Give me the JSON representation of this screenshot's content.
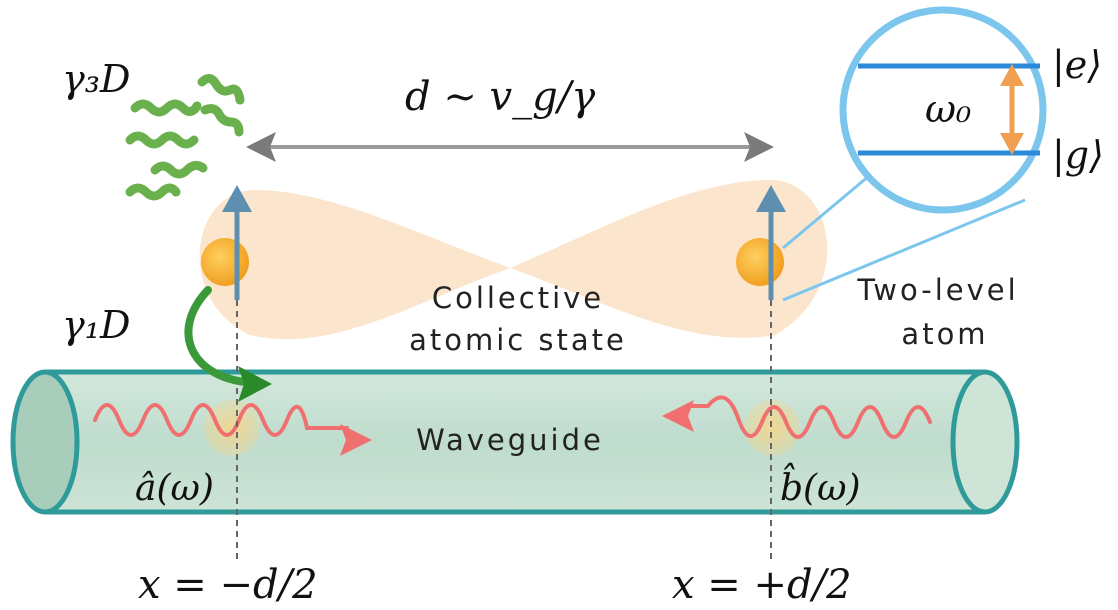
{
  "labels": {
    "gamma_3d": "γ₃D",
    "gamma_1d": "γ₁D",
    "distance": "d ∼ v_g/γ",
    "omega0": "ω₀",
    "excited": "|e⟩",
    "ground": "|g⟩",
    "collective_line1": "Collective",
    "collective_line2": "atomic state",
    "twolevel_line1": "Two-level",
    "twolevel_line2": "atom",
    "waveguide": "Waveguide",
    "mode_a": "â(ω)",
    "mode_b": "b̂(ω)",
    "pos_left": "x = −d/2",
    "pos_right": "x = +d/2"
  },
  "colors": {
    "waveguide_fill": "#b9d8c8",
    "waveguide_edge": "#2f9a9a",
    "photon_wave": "#f07070",
    "dipole_arrow": "#5e8fb0",
    "atom": "#f2a531",
    "collective_lobe": "#fbdcbc",
    "distance_arrow": "#8a8a8a",
    "coupling_arrow": "#3a9a3a",
    "emission_green": "#6ab04c",
    "level_lines": "#2a8ad8",
    "transition_arrow": "#f0a050",
    "inset_ring": "#7cc6ee"
  },
  "icons": [
    "distance-arrow-icon",
    "dipole-arrow-icon",
    "wavy-photon-icon",
    "emission-squiggle-icon",
    "coupling-arrow-icon"
  ]
}
